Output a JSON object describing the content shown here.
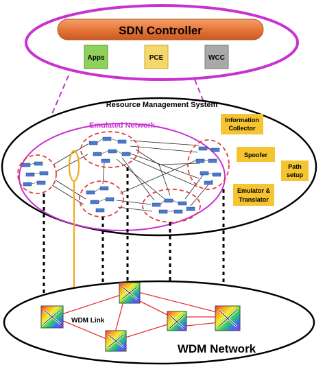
{
  "sdn": {
    "controller_title": "SDN Controller",
    "apps": "Apps",
    "pce": "PCE",
    "wcc": "WCC"
  },
  "rms": {
    "title": "Resource Management System",
    "emulated_network": "Emulated Network",
    "info_collector_line1": "Information",
    "info_collector_line2": "Collector",
    "spoofer": "Spoofer",
    "path_setup_line1": "Path",
    "path_setup_line2": "setup",
    "emulator_line1": "Emulator &",
    "emulator_line2": "Translator"
  },
  "wdm": {
    "link_label": "WDM Link",
    "network_label": "WDM Network"
  },
  "colors": {
    "purple": "#c832d2",
    "controller_orange": "#e8763a",
    "apps_green": "#8ed15a",
    "pce_yellow": "#f5d86a",
    "wcc_gray": "#a9a9a9",
    "function_box": "#f5c431",
    "red_dash": "#e33b3b",
    "wdm_link_red": "#e53030",
    "gold_link": "#f0a820"
  }
}
